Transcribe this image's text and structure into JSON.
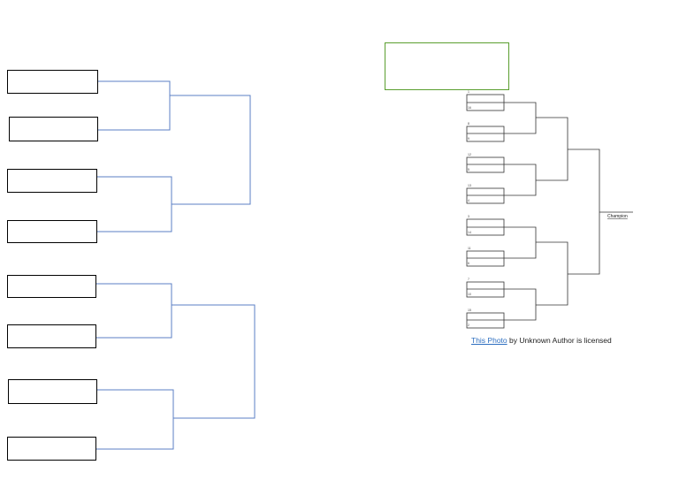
{
  "left_bracket": {
    "slots": [
      "",
      "",
      "",
      "",
      "",
      "",
      "",
      ""
    ]
  },
  "title_box": {
    "text": ""
  },
  "reference_image": {
    "champion_label": "Champion",
    "seeds": [
      "1",
      "16",
      "8",
      "9",
      "12",
      "5",
      "13",
      "4",
      "3",
      "14",
      "11",
      "6",
      "7",
      "10",
      "15",
      "2"
    ]
  },
  "caption": {
    "link_text": "This Photo",
    "rest_text": " by Unknown Author is licensed"
  },
  "colors": {
    "slot_border": "#000000",
    "connector_line": "#5b7fc4",
    "title_box_border": "#5a9e2f",
    "link": "#2e6fc0"
  }
}
